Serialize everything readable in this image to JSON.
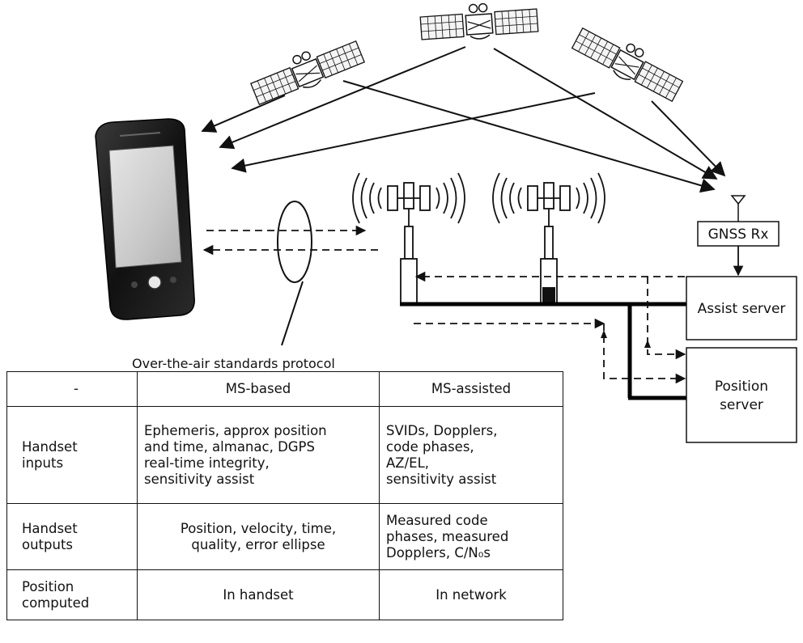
{
  "labels": {
    "gnss_rx": "GNSS Rx",
    "assist_server": "Assist server",
    "position_server_line1": "Position",
    "position_server_line2": "server",
    "protocol_caption": "Over-the-air standards protocol"
  },
  "table": {
    "header": [
      "-",
      "MS-based",
      "MS-assisted"
    ],
    "rows": [
      {
        "label": [
          "Handset",
          "inputs"
        ],
        "ms_based": [
          "Ephemeris, approx position",
          "and time, almanac, DGPS",
          "real-time integrity,",
          "sensitivity assist"
        ],
        "ms_assisted": [
          "SVIDs, Dopplers,",
          "code phases,",
          "AZ/EL,",
          "sensitivity assist"
        ]
      },
      {
        "label": [
          "Handset",
          "outputs"
        ],
        "ms_based": [
          "Position, velocity, time,",
          "quality, error ellipse"
        ],
        "ms_assisted": [
          "Measured code",
          "phases, measured",
          "Dopplers, C/N₀s"
        ]
      },
      {
        "label": [
          "Position",
          "computed"
        ],
        "ms_based": [
          "In handset"
        ],
        "ms_assisted": [
          "In network"
        ]
      }
    ]
  }
}
